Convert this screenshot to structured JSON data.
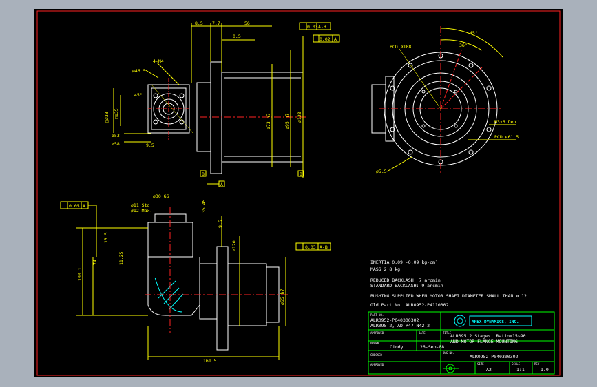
{
  "colors": {
    "background": "#a9b1bb",
    "sheet": "#000000",
    "dims": "#ffff00",
    "geometry": "#ffffff",
    "center": "#ff2222",
    "block": "#00ff00",
    "hatch": "#00ffff"
  },
  "top_view": {
    "dims": [
      "8.5",
      "7.7",
      "56",
      "0.5",
      "A-B",
      "0.03",
      "0.02",
      "A",
      "ø46.5",
      "4-M4",
      "45°",
      "ø58",
      "ø53",
      "9.5",
      "□ø38",
      "□ø35",
      "ø73 h7",
      "ø95 h7",
      "ø120",
      "B",
      "A",
      "B"
    ]
  },
  "side_view": {
    "dims": [
      "ø30 G6",
      "ø11 Std",
      "ø12 Max.",
      "0.05",
      "A",
      "35.45",
      "9.5",
      "74",
      "100.1",
      "13.5",
      "11.25",
      "ø120",
      "0.03",
      "A-B",
      "ø55 h7",
      "161.5"
    ]
  },
  "front_view": {
    "dims": [
      "45°",
      "36°",
      "PCD ø108",
      "M3x6 Dep",
      "PCD ø61.5",
      "ø5.5"
    ]
  },
  "notes": {
    "inertia": "INERTIA  0.09 -0.09  kg-cm²",
    "mass": "MASS  2.8  kg",
    "reduced_backlash": "REDUCED BACKLASH: 7 arcmin",
    "standard_backlash": "STANDARD BACKLASH: 9 arcmin",
    "bushing": "BUSHING SUPPLIED WHEN MOTOR SHAFT DIAMETER SMALL THAN ø 12",
    "old_part": "Old Part No. ALR0952-P4110302"
  },
  "title_block": {
    "part_no_label": "PART NO.",
    "part_no_1": "ALR0952-P040300302",
    "part_no_2": "ALR095-2, AD-P47-N42-2",
    "company": "APEX DYNAMICS, INC.",
    "approved_label": "APPROVED",
    "date_label": "DATE",
    "title_label": "TITLE",
    "title_1": "ALR095 2 Stages, Ratio=15~90",
    "title_2": "AND MOTOR FLANGE MOUNTING",
    "drawn_label": "DRAWN",
    "drawn_by": "Cindy",
    "date": "26-Sep-08",
    "dwg_no_label": "DWG NO.",
    "dwg_no": "ALR0952-P040300302",
    "checked_label": "CHECKED",
    "approved2_label": "APPROVED",
    "size_label": "SIZE",
    "size": "A2",
    "scale_label": "SCALE",
    "scale": "1:1",
    "rev_label": "REV",
    "rev": "1.0"
  }
}
